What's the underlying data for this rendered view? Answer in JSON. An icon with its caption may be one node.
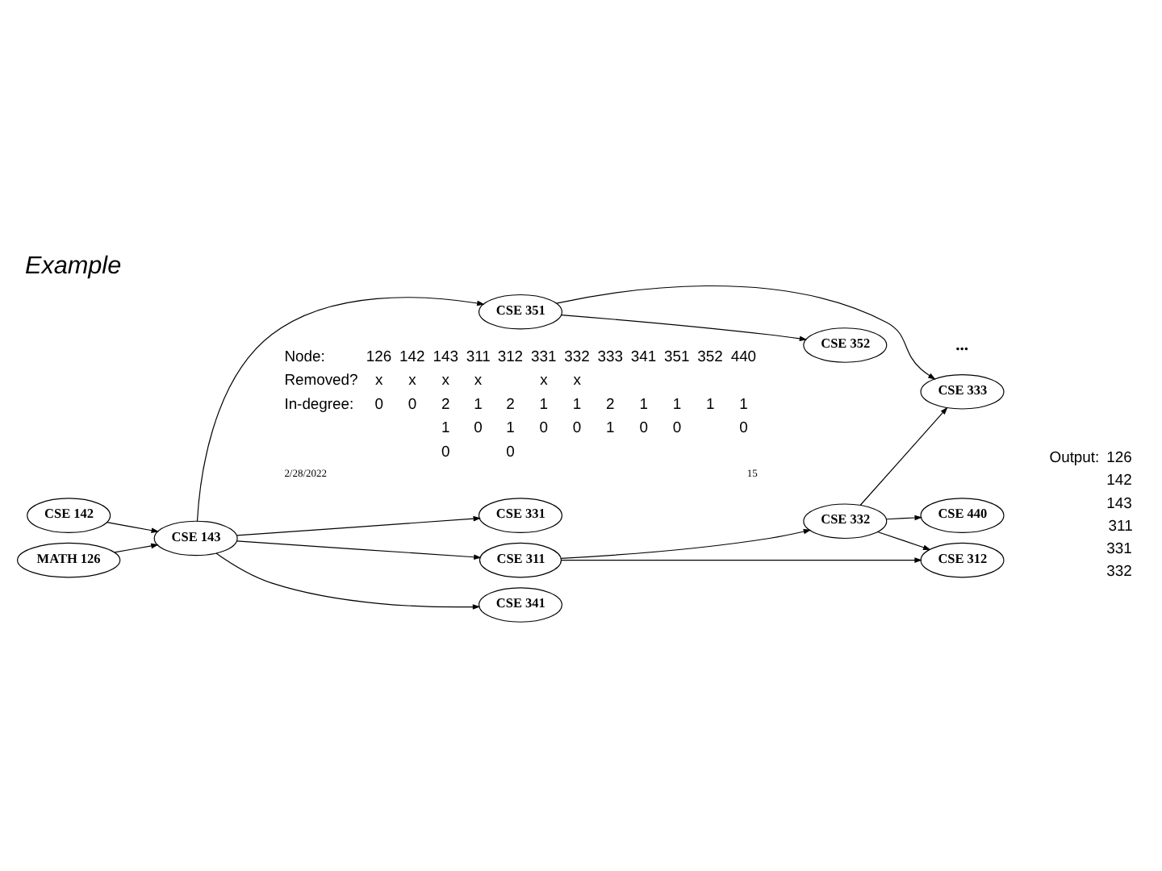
{
  "diagram": {
    "title": "Example",
    "nodes": [
      {
        "text": [
          "CSE 142"
        ]
      },
      {
        "text": [
          "MATH 126"
        ]
      },
      {
        "text": [
          "CSE 143"
        ]
      },
      {
        "text": [
          "CSE 331"
        ]
      },
      {
        "text": [
          "CSE 311"
        ]
      },
      {
        "text": [
          "CSE 341"
        ]
      },
      {
        "text": [
          "CSE 351"
        ]
      },
      {
        "text": [
          "CSE 440"
        ]
      },
      {
        "text": [
          "CSE 332"
        ]
      },
      {
        "text": [
          "CSE 312"
        ]
      },
      {
        "text": [
          "CSE 333"
        ]
      },
      {
        "text": [
          "CSE 352"
        ]
      }
    ],
    "edges": [
      {
        "from": 0,
        "to": 2,
        "arrow": "to"
      },
      {
        "from": 1,
        "to": 2,
        "arrow": "to"
      },
      {
        "from": 2,
        "to": 3,
        "arrow": "to"
      },
      {
        "from": 2,
        "to": 4,
        "arrow": "to"
      },
      {
        "from": 2,
        "to": 5,
        "arrow": "to"
      },
      {
        "from": 2,
        "to": 6,
        "arrow": "to"
      },
      {
        "from": 4,
        "to": 8,
        "arrow": "to"
      },
      {
        "from": 4,
        "to": 9,
        "arrow": "to"
      },
      {
        "from": 8,
        "to": 7,
        "arrow": "to"
      },
      {
        "from": 8,
        "to": 9,
        "arrow": "to"
      },
      {
        "from": 8,
        "to": 10,
        "arrow": "to"
      },
      {
        "from": 6,
        "to": 10,
        "arrow": "to"
      },
      {
        "from": 6,
        "to": 11,
        "arrow": "to"
      }
    ],
    "labels": [
      "Output:",
      "126",
      "142",
      "143",
      "311",
      "331",
      "332",
      "...",
      "Node:",
      "126",
      "142",
      "143",
      "311",
      "312",
      "331",
      "332",
      "333",
      "341",
      "351",
      "352",
      "440",
      "Removed?",
      "x",
      "x",
      "x",
      "x",
      "x",
      "x",
      "In-degree:",
      "0",
      "0",
      "2",
      "1",
      "2",
      "1",
      "1",
      "2",
      "1",
      "1",
      "1",
      "1",
      "1",
      "0",
      "1",
      "0",
      "0",
      "1",
      "0",
      "0",
      "0",
      "0",
      "0",
      "2/28/2022",
      "15"
    ]
  }
}
